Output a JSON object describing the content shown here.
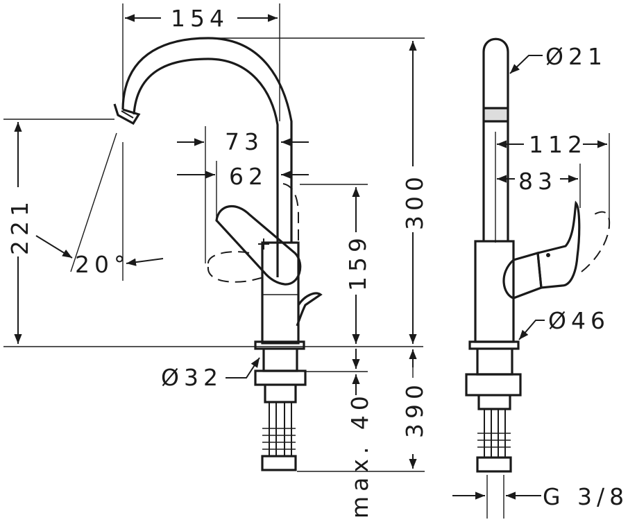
{
  "diagram": {
    "front_view": {
      "dim_spout_reach": "154",
      "dim_handle_reach": "73",
      "dim_handle_inner": "62",
      "dim_height_spout": "221",
      "dim_swivel_angle": "20°",
      "dim_handle_height": "159",
      "dim_total_height": "300",
      "dim_base_diameter": "Ø32",
      "dim_thickness": "max. 40",
      "dim_hose_length": "390"
    },
    "side_view": {
      "dim_spout_diameter": "Ø21",
      "dim_lever_reach_outer": "112",
      "dim_lever_reach_inner": "83",
      "dim_body_diameter": "Ø46",
      "dim_connection": "G 3/8"
    }
  }
}
